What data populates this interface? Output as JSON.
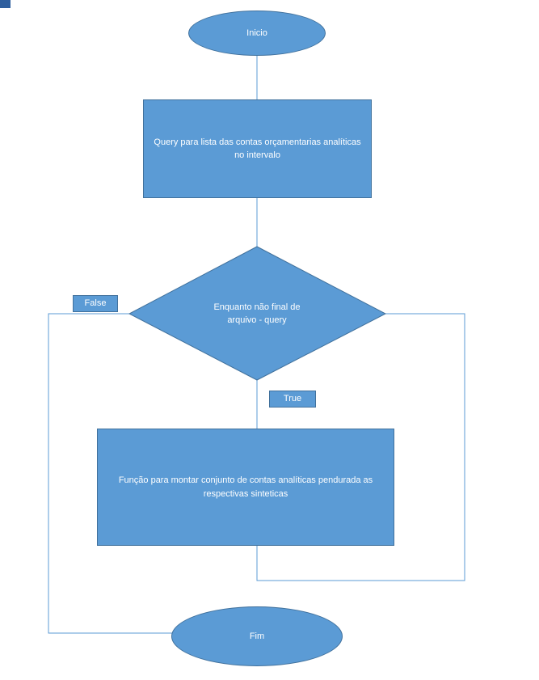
{
  "diagram": {
    "colors": {
      "background": "#ffffff",
      "shape_fill": "#5b9bd5",
      "shape_border": "#41719c",
      "connector": "#5b9bd5",
      "label_text": "#ffffff",
      "corner_artifact": "#2f5f9e"
    },
    "nodes": {
      "start": {
        "label": "Inicio"
      },
      "query": {
        "label": "Query para lista das contas orçamentarias analíticas no intervalo"
      },
      "decision": {
        "label": "Enquanto não final de arquivo - query"
      },
      "branch_false": {
        "label": "False"
      },
      "branch_true": {
        "label": "True"
      },
      "build": {
        "label": "Função para montar conjunto de contas analíticas pendurada as respectivas sinteticas"
      },
      "end": {
        "label": "Fim"
      }
    }
  }
}
